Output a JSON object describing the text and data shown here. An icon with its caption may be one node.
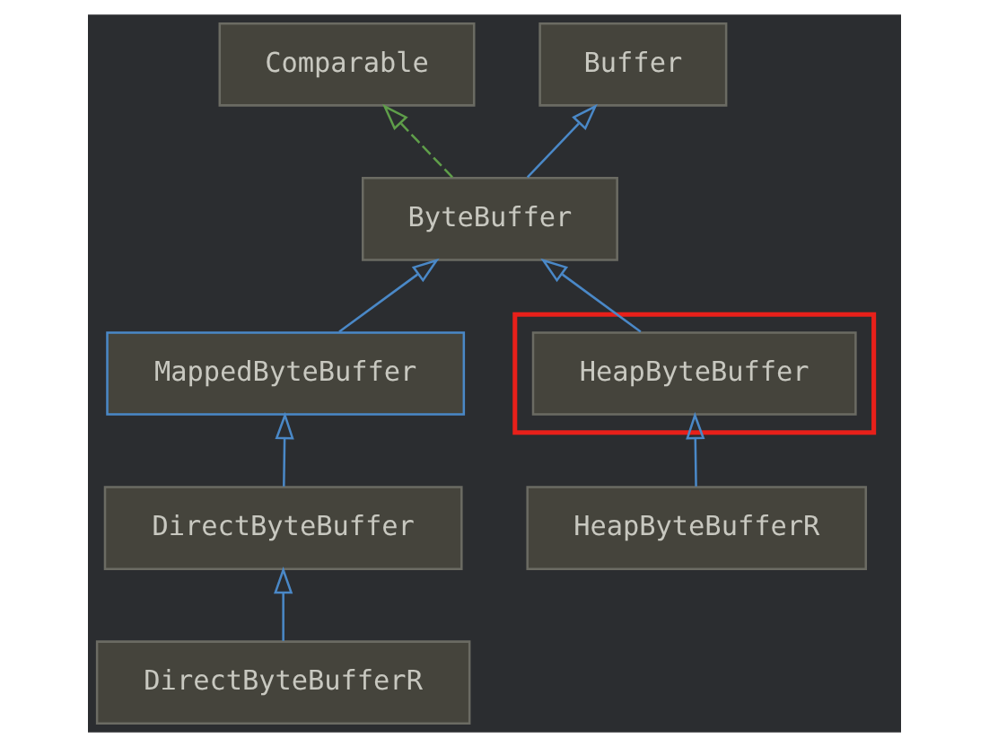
{
  "diagram": {
    "nodes": [
      {
        "text": [
          "Comparable"
        ]
      },
      {
        "text": [
          "Buffer"
        ]
      },
      {
        "text": [
          "ByteBuffer"
        ]
      },
      {
        "text": [
          "MappedByteBuffer"
        ]
      },
      {
        "text": [],
        "shape": "box"
      },
      {
        "text": [
          "HeapByteBuffer"
        ],
        "in": 4
      },
      {
        "text": [
          "DirectByteBuffer"
        ]
      },
      {
        "text": [
          "HeapByteBufferR"
        ]
      },
      {
        "text": [
          "DirectByteBufferR"
        ]
      }
    ],
    "edges": [
      {
        "from": 2,
        "to": 0,
        "arrow": "to",
        "style": "dashed",
        "color": "#5f9e4a"
      },
      {
        "from": 2,
        "to": 1,
        "arrow": "to"
      },
      {
        "from": 3,
        "to": 2,
        "arrow": "to"
      },
      {
        "from": 5,
        "to": 2,
        "arrow": "to"
      },
      {
        "from": 6,
        "to": 3,
        "arrow": "to"
      },
      {
        "from": 7,
        "to": 5,
        "arrow": "to"
      },
      {
        "from": 8,
        "to": 6,
        "arrow": "to"
      }
    ]
  }
}
